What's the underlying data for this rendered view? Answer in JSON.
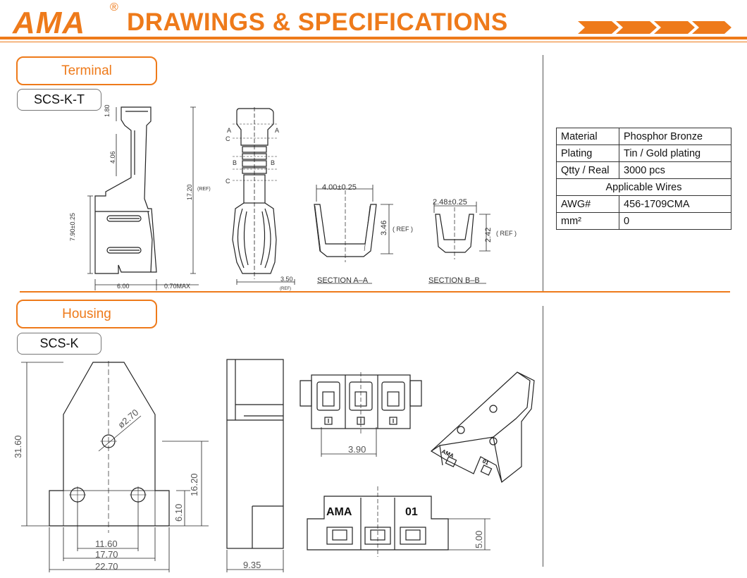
{
  "header": {
    "brand": "AMA",
    "registered": "®",
    "title": "DRAWINGS & SPECIFICATIONS"
  },
  "sections": {
    "terminal": {
      "label": "Terminal",
      "part": "SCS-K-T"
    },
    "housing": {
      "label": "Housing",
      "part": "SCS-K"
    }
  },
  "spec_table": {
    "material_label": "Material",
    "material_value": "Phosphor Bronze",
    "plating_label": "Plating",
    "plating_value": "Tin / Gold plating",
    "qty_label": "Qtty / Real",
    "qty_value": "3000 pcs",
    "wires_header": "Applicable Wires",
    "awg_label": "AWG#",
    "awg_value": "456-1709CMA",
    "mm2_label": "mm²",
    "mm2_value": "0"
  },
  "terminal_dims": {
    "d180": "1.80",
    "d406": "4.06",
    "d790": "7.90±0.25",
    "d1720": "17.20",
    "ref": "(REF)",
    "d600": "6.00",
    "d070": "0.70MAX",
    "d350": "3.50",
    "ref_small": "(REF)",
    "mark_a": "A",
    "mark_b": "B",
    "mark_c": "C",
    "secA_width": "4.00±0.25",
    "secA_height": "3.46",
    "secA_ref": "( REF )",
    "secA_label": "SECTION A–A",
    "secB_width": "2.48±0.25",
    "secB_height": "2.42",
    "secB_ref": "( REF )",
    "secB_label": "SECTION B–B"
  },
  "housing_dims": {
    "d3160": "31.60",
    "d270": "ø2.70",
    "d1620": "16.20",
    "d610": "6.10",
    "d1160": "11.60",
    "d1770": "17.70",
    "d2270": "22.70",
    "d935": "9.35",
    "d390": "3.90",
    "d500": "5.00",
    "label_brand": "AMA",
    "label_num": "01",
    "iso_brand": "AMA",
    "iso_num": "01"
  },
  "colors": {
    "accent": "#ee7a1a",
    "line": "#222222"
  }
}
